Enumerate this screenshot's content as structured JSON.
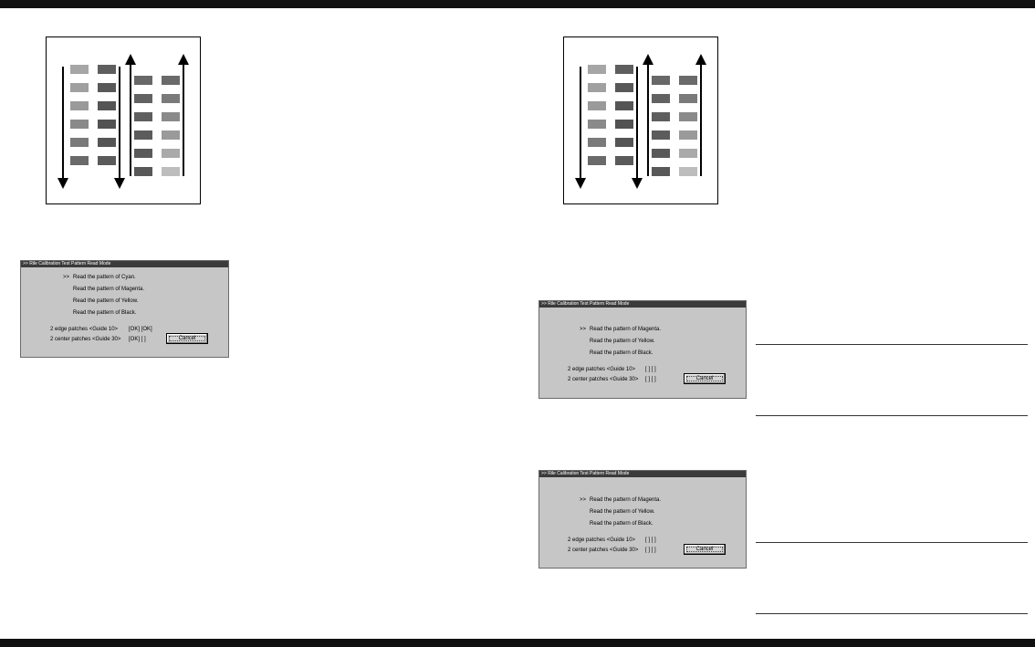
{
  "dialogs": [
    {
      "title": ">> Rile Calibration Test Pattern Read Mode",
      "marker": ">>",
      "lines": [
        "Read the pattern of Cyan.",
        "Read the pattern of Magenta.",
        "Read the pattern of Yellow.",
        "Read the pattern of Black."
      ],
      "edge_label": "2 edge patches   <Guide 10>",
      "edge_status": "[OK] [OK]",
      "center_label": "2 center patches <Guide 30>",
      "center_status": "[OK] [  ]",
      "cancel_label": "Cancel"
    },
    {
      "title": ">> Rile Calibration Test Pattern Read Mode",
      "marker": ">>",
      "lines": [
        "Read the pattern of Magenta.",
        "Read the pattern of Yellow.",
        "Read the pattern of Black."
      ],
      "edge_label": "2 edge patches   <Guide 10>",
      "edge_status": "[  ] [  ]",
      "center_label": "2 center patches <Guide 30>",
      "center_status": "[  ] [  ]",
      "cancel_label": "Cancel"
    },
    {
      "title": ">> Rile Calibration Test Pattern Read Mode",
      "marker": ">>",
      "lines": [
        "Read the pattern of Magenta.",
        "Read the pattern of Yellow.",
        "Read the pattern of Black."
      ],
      "edge_label": "2 edge patches   <Guide 10>",
      "edge_status": "[  ] [  ]",
      "center_label": "2 center patches <Guide 30>",
      "center_status": "[  ] [  ]",
      "cancel_label": "Cancel"
    }
  ],
  "pattern_diagrams": [
    {
      "patch_columns": 4,
      "rows_per_column": 6,
      "arrows": [
        "down",
        "down",
        "up",
        "up"
      ]
    },
    {
      "patch_columns": 4,
      "rows_per_column": 6,
      "arrows": [
        "down",
        "down",
        "up",
        "up"
      ]
    }
  ],
  "colors": {
    "page": "#ffffff",
    "bar": "#111111",
    "dialog_bg": "#c6c6c6",
    "title_bar": "#3b3b3b"
  }
}
